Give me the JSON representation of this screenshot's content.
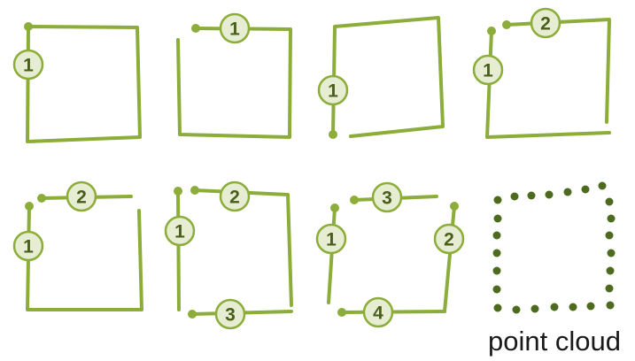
{
  "colors": {
    "stroke": "#8cad3a",
    "badge_fill": "#e6edd2",
    "badge_text": "#4a5e1c",
    "dot": "#4d6a1f"
  },
  "stroke_label": "1",
  "stroke_label_2": "2",
  "stroke_label_3": "3",
  "stroke_label_4": "4",
  "caption": "point cloud"
}
